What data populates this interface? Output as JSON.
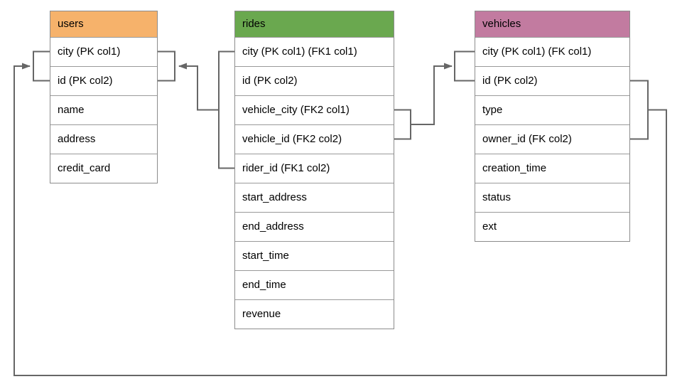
{
  "diagram": {
    "background_color": "#ffffff",
    "connector_color": "#666666",
    "table_border_color": "#8c8c8c",
    "row_divider_color": "#9a9a9a",
    "relationships": [
      {
        "name": "rides-to-users",
        "from_table": "rides",
        "from_rows": [
          "city (PK col1) (FK1 col1)",
          "rider_id (FK1 col2)"
        ],
        "to_table": "users",
        "to_rows": [
          "city (PK col1)",
          "id (PK col2)"
        ],
        "arrow_points_to": "users"
      },
      {
        "name": "rides-to-vehicles",
        "from_table": "rides",
        "from_rows": [
          "vehicle_city (FK2 col1)",
          "vehicle_id (FK2 col2)"
        ],
        "to_table": "vehicles",
        "to_rows": [
          "city (PK col1) (FK col1)",
          "id (PK col2)"
        ],
        "arrow_points_to": "vehicles"
      },
      {
        "name": "vehicles-to-users",
        "from_table": "vehicles",
        "from_rows": [
          "id (PK col2)",
          "owner_id (FK col2)"
        ],
        "to_table": "users",
        "to_rows": [
          "city (PK col1)",
          "id (PK col2)"
        ],
        "arrow_points_to": "users"
      }
    ]
  },
  "tables": {
    "users": {
      "title": "users",
      "header_color": "#F6B26B",
      "rows": [
        "city (PK col1)",
        "id (PK col2)",
        "name",
        "address",
        "credit_card"
      ]
    },
    "rides": {
      "title": "rides",
      "header_color": "#6AA84F",
      "rows": [
        "city (PK col1) (FK1 col1)",
        "id (PK col2)",
        "vehicle_city (FK2 col1)",
        "vehicle_id (FK2 col2)",
        "rider_id (FK1 col2)",
        "start_address",
        "end_address",
        "start_time",
        "end_time",
        "revenue"
      ]
    },
    "vehicles": {
      "title": "vehicles",
      "header_color": "#C27BA0",
      "rows": [
        "city (PK col1) (FK col1)",
        "id (PK col2)",
        "type",
        "owner_id (FK col2)",
        "creation_time",
        "status",
        "ext"
      ]
    }
  }
}
